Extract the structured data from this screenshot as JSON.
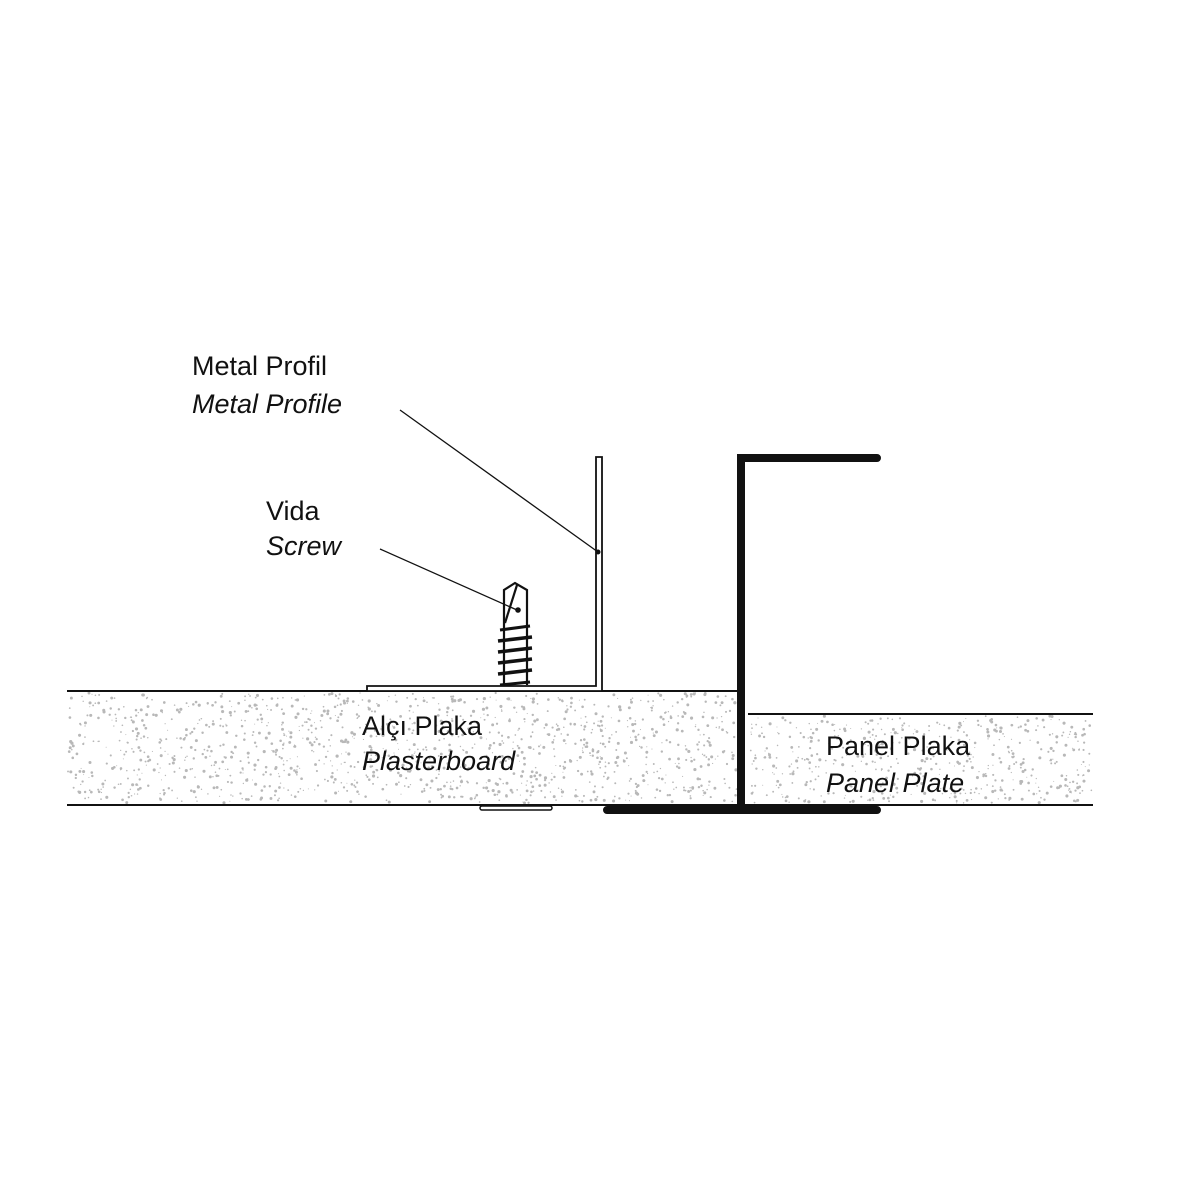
{
  "labels": {
    "metal_profile_tr": "Metal Profil",
    "metal_profile_en": "Metal Profile",
    "screw_tr": "Vida",
    "screw_en": "Screw",
    "plasterboard_tr": "Alçı Plaka",
    "plasterboard_en": "Plasterboard",
    "panel_tr": "Panel Plaka",
    "panel_en": "Panel Plate"
  },
  "colors": {
    "line": "#111111",
    "speckle": "#b8b8b8",
    "background": "#ffffff"
  }
}
